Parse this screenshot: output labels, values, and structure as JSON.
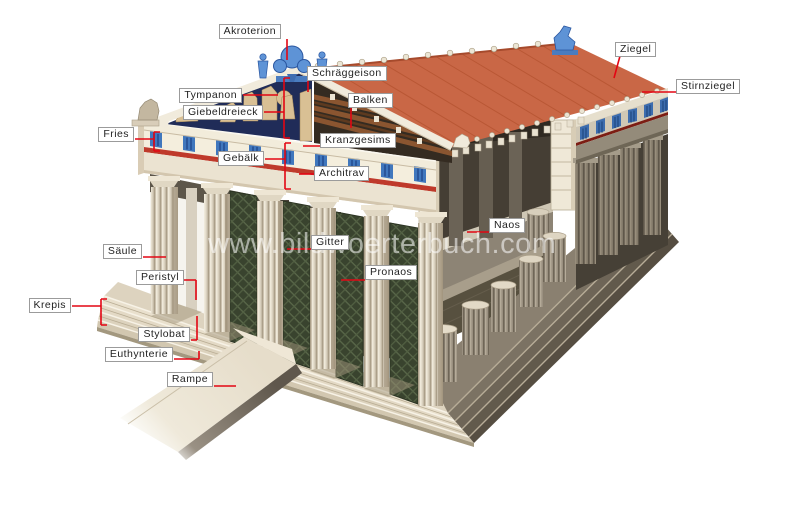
{
  "diagram": {
    "labels": {
      "akroterion": "Akroterion",
      "schraeggeison": "Schräggeison",
      "ziegel": "Ziegel",
      "stirnziegel": "Stirnziegel",
      "tympanon": "Tympanon",
      "giebeldreieck": "Giebeldreieck",
      "fries": "Fries",
      "gebaelk": "Gebälk",
      "balken": "Balken",
      "kranzgesims": "Kranzgesims",
      "architrav": "Architrav",
      "naos": "Naos",
      "gitter": "Gitter",
      "pronaos": "Pronaos",
      "saeule": "Säule",
      "peristyl": "Peristyl",
      "krepis": "Krepis",
      "stylobat": "Stylobat",
      "euthynterie": "Euthynterie",
      "rampe": "Rampe"
    },
    "colors": {
      "leader_red": "#e30613",
      "roof_orange": "#c96746",
      "pediment_blue": "#202c58",
      "triglyph_blue": "#4077bd",
      "stone_cream": "#e9e0cd",
      "shadow_brown": "#6e6557",
      "taenia_red": "#bf3a2b"
    }
  },
  "watermark": {
    "text": "www.bildwoerterbuch.com"
  }
}
